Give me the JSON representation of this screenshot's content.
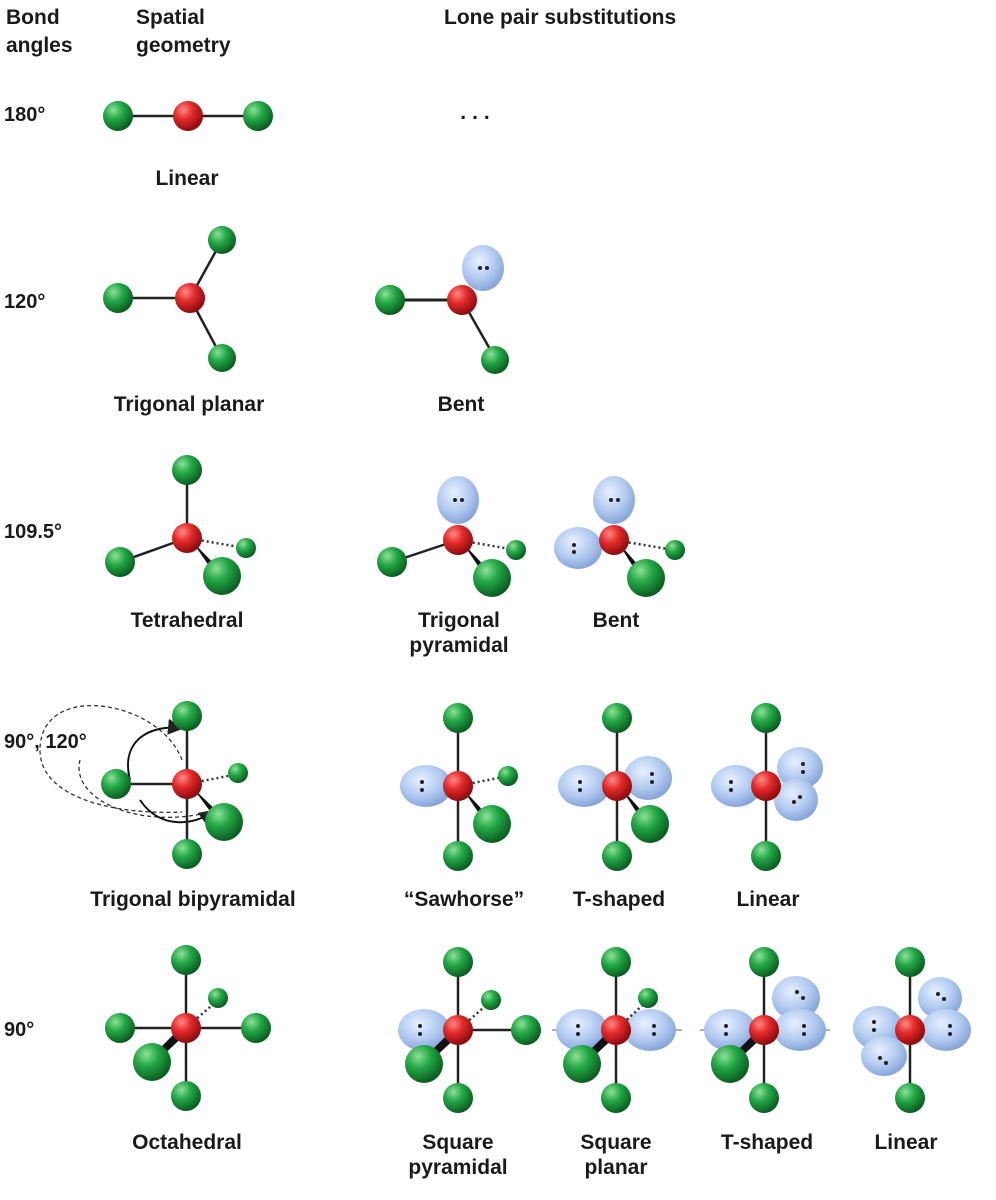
{
  "headers": {
    "bond_angles": "Bond\nangles",
    "spatial_geometry": "Spatial\ngeometry",
    "lone_pair": "Lone pair substitutions"
  },
  "rows": [
    {
      "angle": "180°",
      "geometry": "Linear",
      "substitutions": [
        "..."
      ]
    },
    {
      "angle": "120°",
      "geometry": "Trigonal planar",
      "substitutions": [
        "Bent"
      ]
    },
    {
      "angle": "109.5°",
      "geometry": "Tetrahedral",
      "substitutions": [
        "Trigonal\npyramidal",
        "Bent"
      ]
    },
    {
      "angle": "90°, 120°",
      "geometry": "Trigonal bipyramidal",
      "substitutions": [
        "“Sawhorse”",
        "T-shaped",
        "Linear"
      ]
    },
    {
      "angle": "90°",
      "geometry": "Octahedral",
      "substitutions": [
        "Square\npyramidal",
        "Square\nplanar",
        "T-shaped",
        "Linear"
      ]
    }
  ],
  "colors": {
    "central_atom": "#d8131b",
    "ligand_atom": "#1a9a3c",
    "lone_pair": "#a9c4ee",
    "bond": "#222222"
  }
}
